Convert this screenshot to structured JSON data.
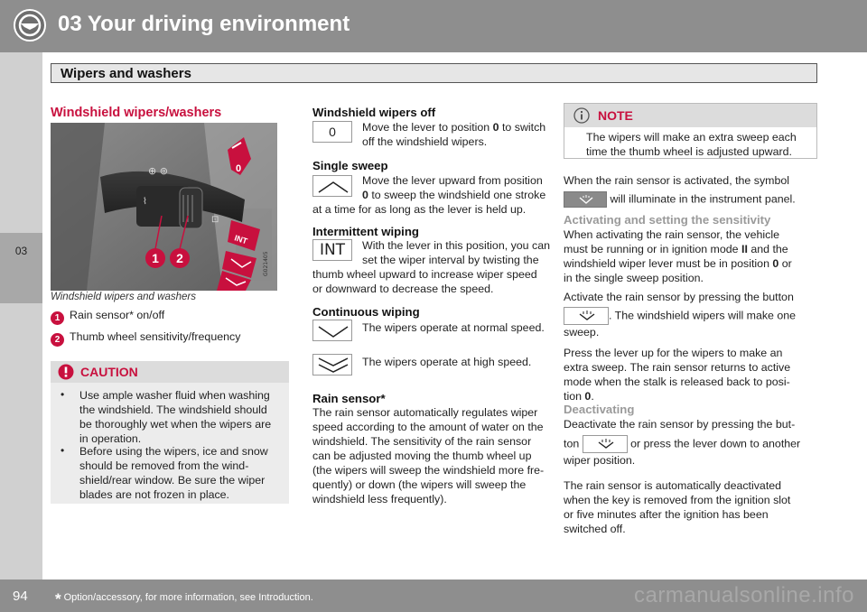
{
  "header": {
    "chapter_title": "03 Your driving environment",
    "section_title": "Wipers and washers"
  },
  "side_tab": {
    "label": "03"
  },
  "left": {
    "heading": "Windshield wipers/washers",
    "figure": {
      "labels": [
        "0",
        "INT"
      ],
      "callouts": [
        "1",
        "2"
      ],
      "code": "G021405"
    },
    "caption": "Windshield wipers and washers",
    "items": [
      {
        "num": "1",
        "text": "Rain sensor* on/off"
      },
      {
        "num": "2",
        "text": "Thumb wheel sensitivity/frequency"
      }
    ],
    "caution": {
      "title": "CAUTION",
      "bullets": [
        [
          "Use ample washer fluid when washing",
          "the windshield. The windshield should",
          "be thoroughly wet when the wipers are",
          "in operation."
        ],
        [
          "Before using the wipers, ice and snow",
          "should be removed from the wind-",
          "shield/rear window. Be sure the wiper",
          "blades are not frozen in place."
        ]
      ]
    }
  },
  "middle": {
    "off": {
      "heading": "Windshield wipers off",
      "symbol": "0",
      "line1_a": "Move the lever to position ",
      "line1_b": "0",
      "line1_c": " to switch",
      "line2": "off the windshield wipers."
    },
    "single": {
      "heading": "Single sweep",
      "line1": "Move the lever upward from position",
      "line2_a": "0",
      "line2_b": " to sweep the windshield one stroke",
      "line3": "at a time for as long as the lever is held up."
    },
    "intermittent": {
      "heading": "Intermittent wiping",
      "symbol": "INT",
      "lines": [
        "With the lever in this position, you can",
        "set the wiper interval by twisting the",
        "thumb wheel upward to increase wiper speed",
        "or downward to decrease the speed."
      ]
    },
    "continuous": {
      "heading": "Continuous wiping",
      "normal": "The wipers operate at normal speed.",
      "high": "The wipers operate at high speed."
    },
    "rain": {
      "heading": "Rain sensor*",
      "lines": [
        "The rain sensor automatically regulates wiper",
        "speed according to the amount of water on the",
        "windshield. The sensitivity of the rain sensor",
        "can be adjusted moving the thumb wheel up",
        "(the wipers will sweep the windshield more fre-",
        "quently) or down (the wipers will sweep the",
        "windshield less frequently)."
      ]
    }
  },
  "right": {
    "note": {
      "title": "NOTE",
      "lines": [
        "The wipers will make an extra sweep each",
        "time the thumb wheel is adjusted upward."
      ]
    },
    "activated": {
      "line1": "When the rain sensor is activated, the symbol",
      "line2": "will illuminate in the instrument panel."
    },
    "activating": {
      "heading": "Activating and setting the sensitivity",
      "l1": "When activating the rain sensor, the vehicle",
      "l2_a": "must be running or in ignition mode ",
      "l2_b": "II",
      "l2_c": " and the",
      "l3_a": "windshield wiper lever must be in position ",
      "l3_b": "0",
      "l3_c": " or",
      "l4": "in the single sweep position.",
      "p2_l1": "Activate the rain sensor by pressing the button",
      "p2_l2": ". The windshield wipers will make one",
      "p2_l3": "sweep.",
      "p3_lines": [
        "Press the lever up for the wipers to make an",
        "extra sweep. The rain sensor returns to active",
        "mode when the stalk is released back to posi-"
      ],
      "p3_last_a": "tion ",
      "p3_last_b": "0",
      "p3_last_c": "."
    },
    "deactivating": {
      "heading": "Deactivating",
      "l1": "Deactivate the rain sensor by pressing the but-",
      "l2_a": "ton",
      "l2_b": "or press the lever down to another",
      "l3": "wiper position.",
      "p2_lines": [
        "The rain sensor is automatically deactivated",
        "when the key is removed from the ignition slot",
        "or five minutes after the ignition has been",
        "switched off."
      ]
    }
  },
  "footer": {
    "page": "94",
    "asterisk": "*",
    "footnote": "Option/accessory, for more information, see Introduction.",
    "watermark": "carmanualsonline.info"
  },
  "colors": {
    "accent": "#c8103e",
    "band": "#8e8e8e",
    "panel": "#ececec"
  }
}
